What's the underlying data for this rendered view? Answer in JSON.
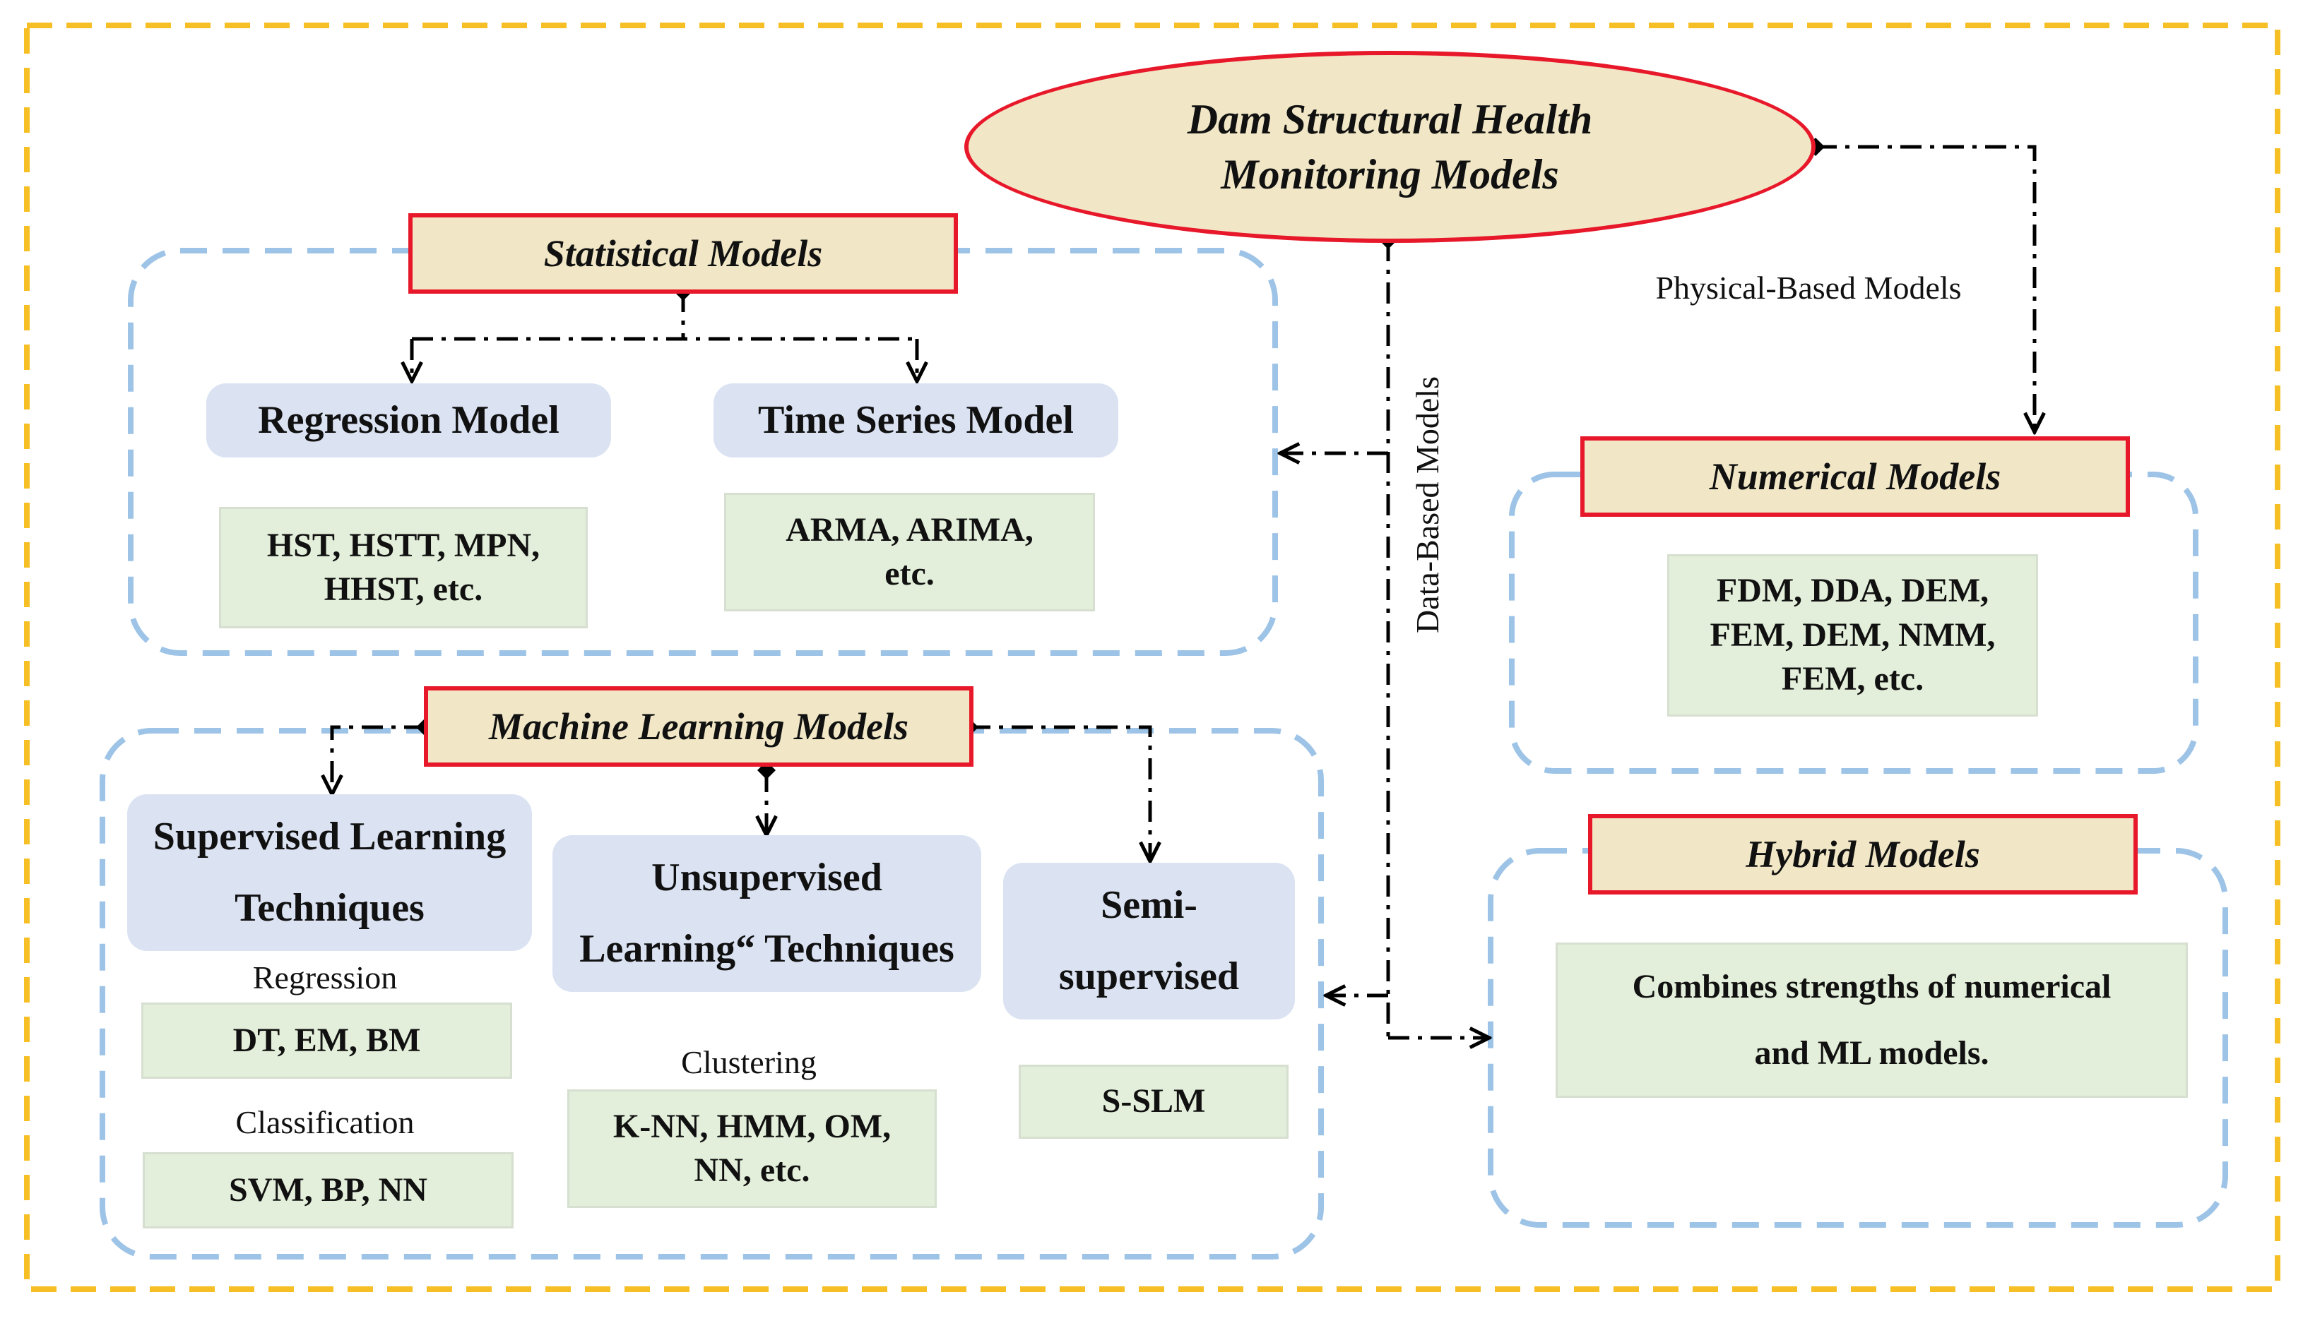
{
  "root": {
    "title_line1": "Dam Structural Health",
    "title_line2": "Monitoring Models"
  },
  "branch_labels": {
    "physical": "Physical-Based Models",
    "data": "Data-Based Models"
  },
  "statistical": {
    "title": "Statistical Models",
    "regression": {
      "label": "Regression Model",
      "line1": "HST, HSTT, MPN,",
      "line2": "HHST, etc."
    },
    "time_series": {
      "label": "Time Series Model",
      "line1": "ARMA, ARIMA,",
      "line2": "etc."
    }
  },
  "machine_learning": {
    "title": "Machine Learning Models",
    "supervised": {
      "line1": "Supervised Learning",
      "line2": "Techniques",
      "regression_label": "Regression",
      "regression_methods": "DT, EM, BM",
      "classification_label": "Classification",
      "classification_methods": "SVM, BP, NN"
    },
    "unsupervised": {
      "line1": "Unsupervised",
      "line2": "Learning“ Techniques",
      "clustering_label": "Clustering",
      "line3": "K-NN, HMM, OM,",
      "line4": "NN, etc."
    },
    "semi": {
      "line1": "Semi-",
      "line2": "supervised",
      "methods": "S-SLM"
    }
  },
  "numerical": {
    "title": "Numerical Models",
    "line1": "FDM, DDA, DEM,",
    "line2": "FEM, DEM, NMM,",
    "line3": "FEM, etc."
  },
  "hybrid": {
    "title": "Hybrid Models",
    "line1": "Combines strengths of numerical",
    "line2": "and ML models."
  },
  "colors": {
    "outer_border": "#f5bf25",
    "group_border": "#9dc3e6",
    "title_border": "#e8182b",
    "title_fill": "#f1e7c6",
    "method_fill": "#e3efda",
    "technique_fill": "#dbe3f3"
  }
}
